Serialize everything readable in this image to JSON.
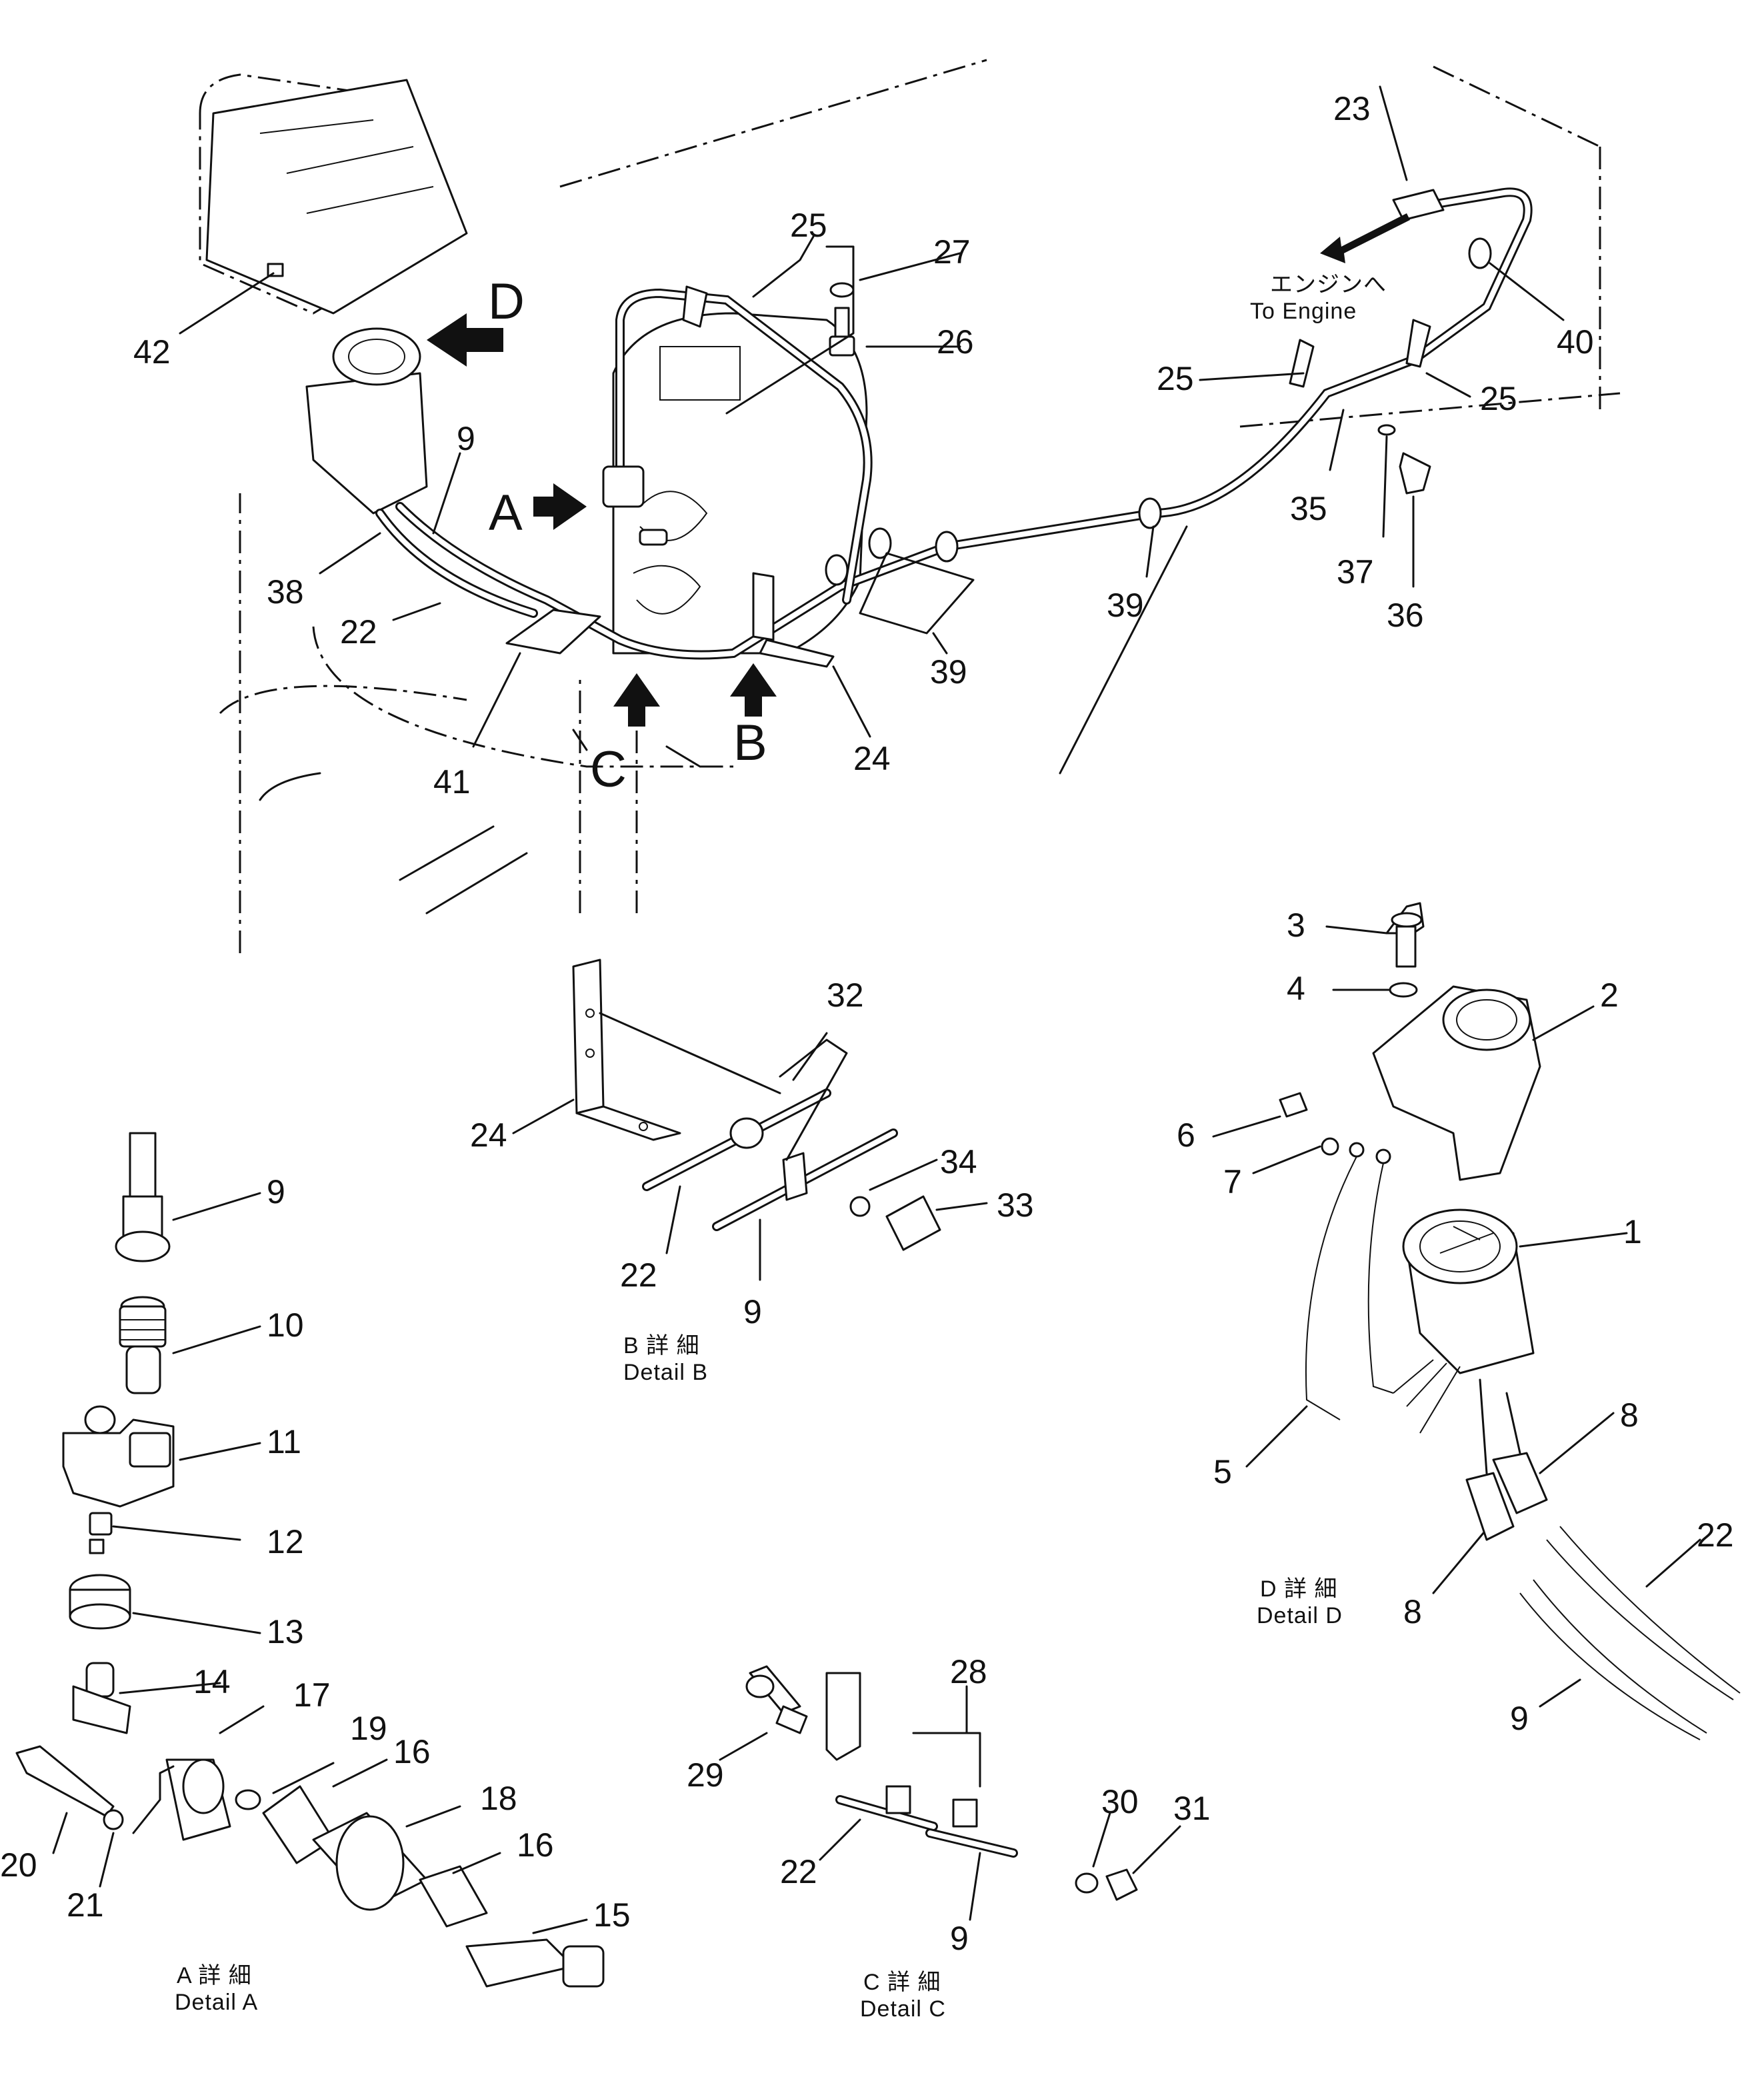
{
  "engine_note": {
    "jp": "エンジンへ",
    "en": "To Engine"
  },
  "view_letters": {
    "a": "A",
    "b": "B",
    "c": "C",
    "d": "D"
  },
  "details": {
    "a": {
      "jp": "A 詳 細",
      "en": "Detail A"
    },
    "b": {
      "jp": "B 詳 細",
      "en": "Detail B"
    },
    "c": {
      "jp": "C 詳 細",
      "en": "Detail C"
    },
    "d": {
      "jp": "D 詳 細",
      "en": "Detail D"
    }
  },
  "callouts": {
    "main": [
      "23",
      "25",
      "27",
      "26",
      "25",
      "25",
      "40",
      "42",
      "9",
      "38",
      "22",
      "41",
      "35",
      "37",
      "36",
      "39",
      "39",
      "24"
    ],
    "detail_b": [
      "32",
      "24",
      "22",
      "9",
      "34",
      "33"
    ],
    "detail_d": [
      "3",
      "4",
      "2",
      "6",
      "7",
      "1",
      "5",
      "8",
      "8",
      "22",
      "9"
    ],
    "detail_a": [
      "9",
      "10",
      "11",
      "12",
      "13",
      "14",
      "17",
      "19",
      "16",
      "18",
      "16",
      "15",
      "20",
      "21"
    ],
    "detail_c": [
      "28",
      "29",
      "22",
      "9",
      "30",
      "31"
    ]
  }
}
